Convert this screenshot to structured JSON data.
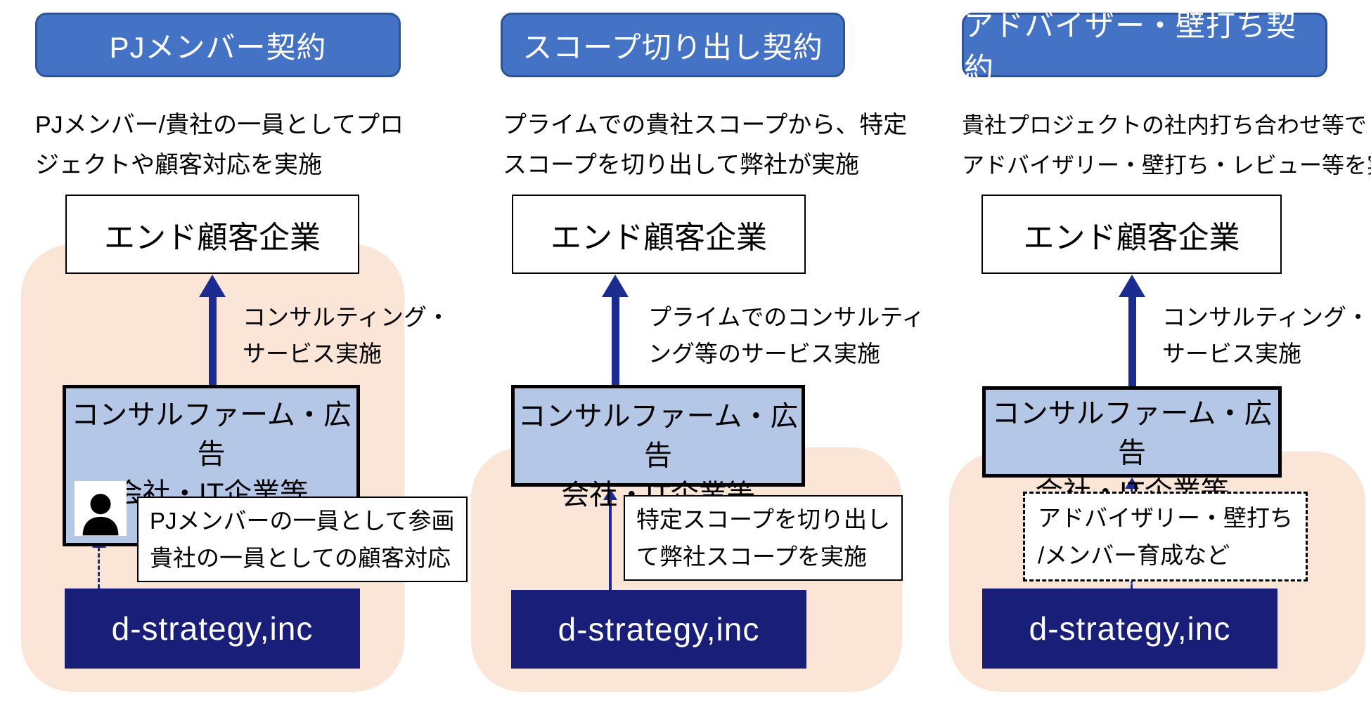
{
  "columns": [
    {
      "header": "PJメンバー契約",
      "description": [
        "PJメンバー/貴社の一員としてプロ",
        "ジェクトや顧客対応を実施"
      ],
      "end_customer": "エンド顧客企業",
      "service_arrow_label": [
        "コンサルティング・",
        "サービス実施"
      ],
      "consulting_firm": [
        "コンサルファーム・広告",
        "会社・IT企業等"
      ],
      "note": [
        "PJメンバーの一員として参画",
        "貴社の一員としての顧客対応"
      ],
      "company": "d-strategy,inc"
    },
    {
      "header": "スコープ切り出し契約",
      "description": [
        "プライムでの貴社スコープから、特定",
        "スコープを切り出して弊社が実施"
      ],
      "end_customer": "エンド顧客企業",
      "service_arrow_label": [
        "プライムでのコンサルティ",
        "ング等のサービス実施"
      ],
      "consulting_firm": [
        "コンサルファーム・広告",
        "会社・IT企業等"
      ],
      "note": [
        "特定スコープを切り出し",
        "て弊社スコープを実施"
      ],
      "company": "d-strategy,inc"
    },
    {
      "header": "アドバイザー・壁打ち契約",
      "description": [
        "貴社プロジェクトの社内打ち合わせ等で",
        "アドバイザリー・壁打ち・レビュー等を実施"
      ],
      "end_customer": "エンド顧客企業",
      "service_arrow_label": [
        "コンサルティング・",
        "サービス実施"
      ],
      "consulting_firm": [
        "コンサルファーム・広告",
        "会社・IT企業等"
      ],
      "note": [
        "アドバイザリー・壁打ち",
        "/メンバー育成など"
      ],
      "company": "d-strategy,inc"
    }
  ],
  "icons": {
    "person": "person-silhouette"
  },
  "colors": {
    "header_bg": "#4472C4",
    "header_border": "#2F5496",
    "peach": "#FBE5D6",
    "firm_bg": "#B4C7E7",
    "company_bg": "#191F78",
    "arrow": "#1B2B8F"
  }
}
